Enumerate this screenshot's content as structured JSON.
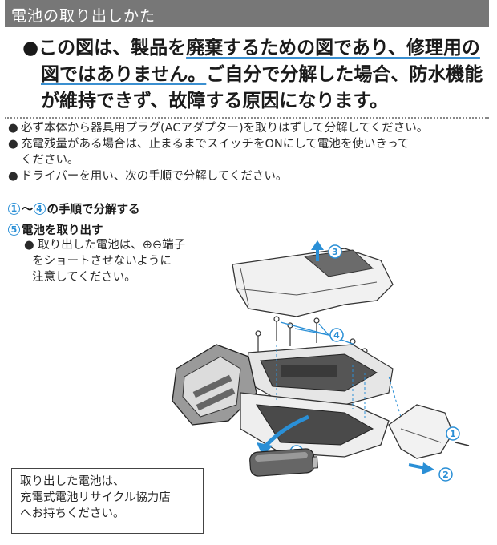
{
  "title": "電池の取り出しかた",
  "warning": {
    "line1_pre": "●この図は、製品を",
    "line1_u": "廃棄するための図であり、修理用の",
    "line2_u": "図ではありません。",
    "line2_post": "ご自分で分解した場合、防水機能",
    "line3": "が維持できず、故障する原因になります。"
  },
  "bullets": [
    {
      "dot": "●",
      "lines": [
        "必ず本体から器具用プラグ(ACアダプター)を取りはずして分解してください。"
      ]
    },
    {
      "dot": "●",
      "lines": [
        "充電残量がある場合は、止まるまでスイッチをONにして電池を使いきって",
        "ください。"
      ]
    },
    {
      "dot": "●",
      "lines": [
        "ドライバーを用い、次の手順で分解してください。"
      ]
    }
  ],
  "step_a": {
    "n1": "1",
    "tilde": "～",
    "n2": "4",
    "text": "の手順で分解する"
  },
  "step5": {
    "n": "5",
    "text": "電池を取り出す"
  },
  "step5_note": {
    "dot": "●",
    "lines": [
      "取り出した電池は、⊕⊖端子",
      "をショートさせないように",
      "注意してください。"
    ]
  },
  "recycle": [
    "取り出した電池は、",
    "充電式電池リサイクル協力店",
    "へお持ちください。"
  ],
  "callouts": {
    "c1": "1",
    "c2": "2",
    "c3": "3",
    "c4": "4",
    "c5": "5"
  }
}
